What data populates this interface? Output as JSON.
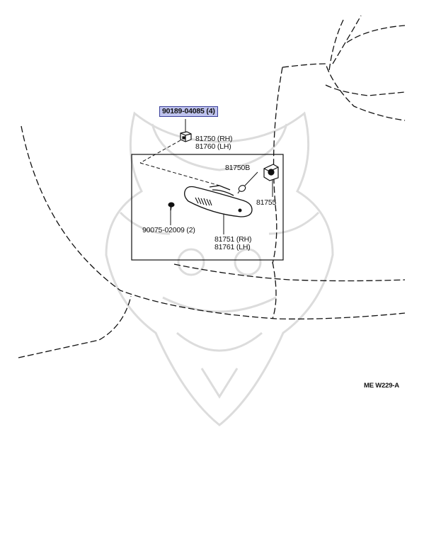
{
  "diagram": {
    "colors": {
      "ink": "#111111",
      "highlight_fill": "#bfc3ee",
      "highlight_border": "#3a3f9a",
      "watermark": "#d9d9d9"
    },
    "watermark": {
      "name": "samurai-helmet-logo",
      "color": "#dcdcdc"
    },
    "parts": [
      {
        "id": "p1",
        "lines": [
          "90189-04085 (4)"
        ],
        "highlighted": true
      },
      {
        "id": "p2",
        "lines": [
          "81750 (RH)",
          "81760 (LH)"
        ],
        "highlighted": false
      },
      {
        "id": "p3",
        "lines": [
          "81750B"
        ],
        "highlighted": false
      },
      {
        "id": "p4",
        "lines": [
          "81755"
        ],
        "highlighted": false
      },
      {
        "id": "p5",
        "lines": [
          "90075-02009 (2)"
        ],
        "highlighted": false
      },
      {
        "id": "p6",
        "lines": [
          "81751 (RH)",
          "81761 (LH)"
        ],
        "highlighted": false
      }
    ],
    "figure_code": "ME  W229-A"
  }
}
